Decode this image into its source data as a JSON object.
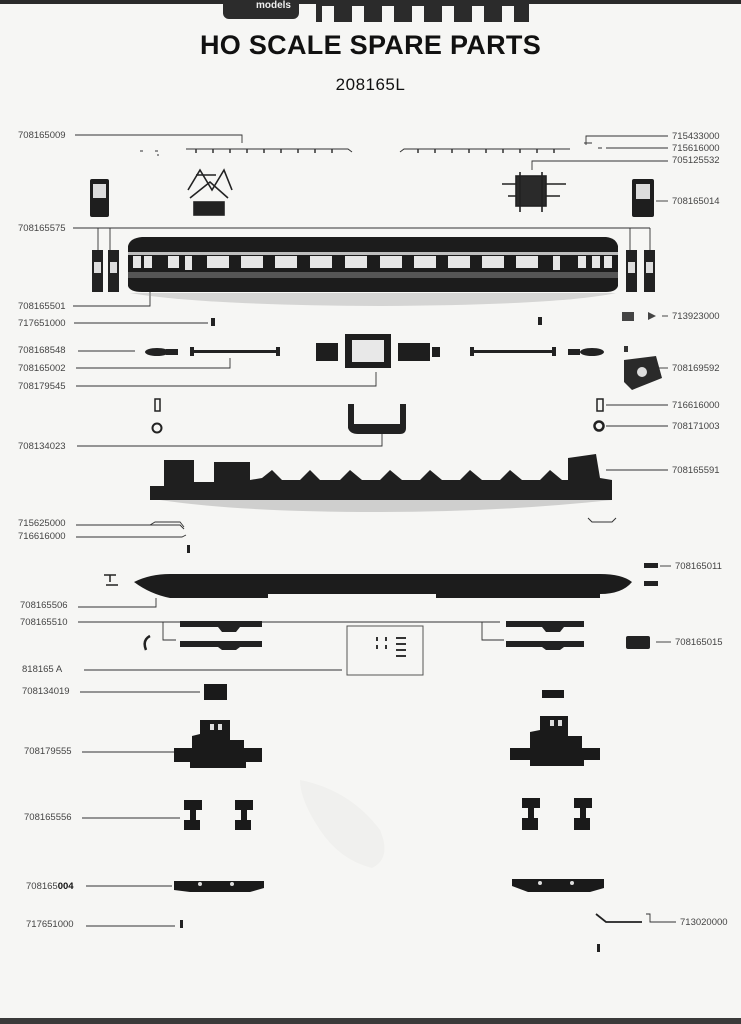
{
  "header": {
    "logo_text": "models",
    "title": "HO SCALE SPARE PARTS",
    "model_number": "208165L"
  },
  "parts_left": {
    "p01": "708165009",
    "p02": "708165575",
    "p03": "708165501",
    "p04": "717651000",
    "p05": "708168548",
    "p06": "708165002",
    "p07": "708179545",
    "p08": "708134023",
    "p09": "715625000",
    "p10": "716616000",
    "p11": "708165506",
    "p12": "708165510",
    "p13": "818165 A",
    "p14": "708134019",
    "p15": "708179555",
    "p16": "708165556",
    "p17_head": "708165",
    "p17_tail": "004",
    "p18": "717651000"
  },
  "parts_right": {
    "p01": "715433000",
    "p02": "715616000",
    "p03": "705125532",
    "p04": "708165014",
    "p05": "713923000",
    "p06": "708169592",
    "p07": "716616000",
    "p08": "708171003",
    "p09": "708165591",
    "p10": "708165011",
    "p11": "708165015",
    "p12": "713020000"
  }
}
